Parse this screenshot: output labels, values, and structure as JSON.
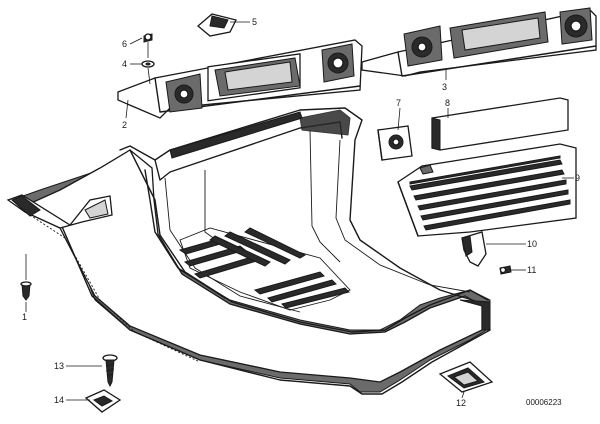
{
  "diagram": {
    "part_labels": {
      "p1": "1",
      "p2": "2",
      "p3": "3",
      "p4": "4",
      "p5": "5",
      "p6": "6",
      "p7": "7",
      "p8": "8",
      "p9": "9",
      "p10": "10",
      "p11": "11",
      "p12": "12",
      "p13": "13",
      "p14": "14"
    },
    "drawing_code": "00006223"
  }
}
